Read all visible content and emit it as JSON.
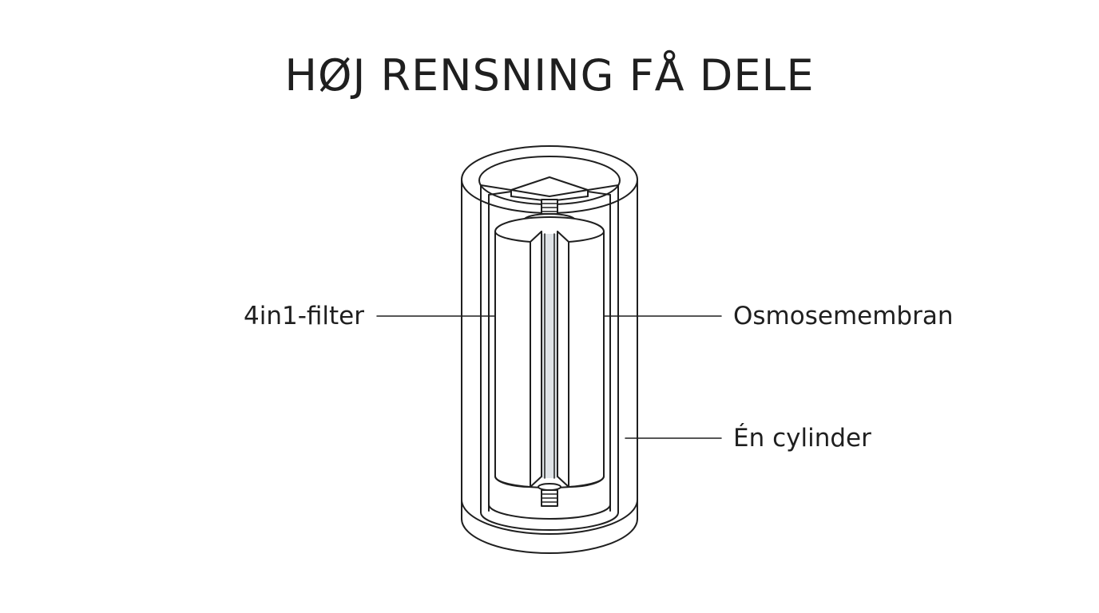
{
  "title": "HØJ RENSNING FÅ DELE",
  "labels": {
    "filter": "4in1-filter",
    "membrane": "Osmosemembran",
    "cylinder": "Én cylinder"
  },
  "colors": {
    "line": "#1f1f1f",
    "rod_fill": "#dfe3e7",
    "background": "#ffffff"
  }
}
